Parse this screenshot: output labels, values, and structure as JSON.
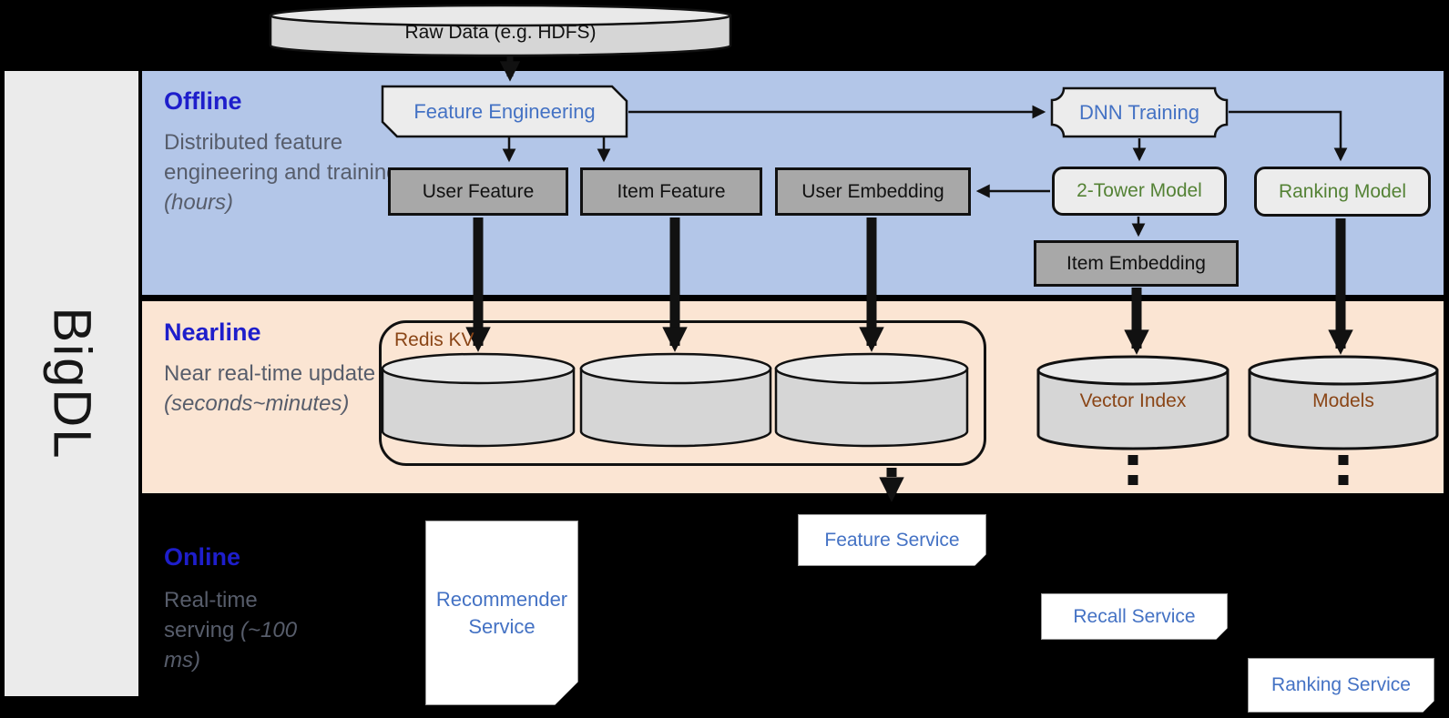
{
  "sidebar": {
    "brand": "BigDL"
  },
  "pipeline": {
    "source_label": "Raw Data (e.g. HDFS)"
  },
  "bands": {
    "offline": {
      "title": "Offline",
      "desc": "Distributed feature engineering and training",
      "desc_italic": "(hours)"
    },
    "nearline": {
      "title": "Nearline",
      "desc": "Near real-time update",
      "desc_italic": "(seconds~minutes)"
    },
    "online": {
      "title": "Online",
      "desc": "Real-time serving",
      "desc_italic": "(~100 ms)"
    }
  },
  "offline": {
    "feature_engineering": "Feature Engineering",
    "dnn_training": "DNN Training",
    "user_feature": "User Feature",
    "item_feature": "Item Feature",
    "user_embedding": "User Embedding",
    "two_tower_model": "2-Tower Model",
    "ranking_model": "Ranking Model",
    "item_embedding": "Item Embedding"
  },
  "nearline": {
    "redis_kv": "Redis KV",
    "vector_index": "Vector Index",
    "models": "Models"
  },
  "online": {
    "recommender_service": "Recommender Service",
    "feature_service": "Feature Service",
    "recall_service": "Recall Service",
    "ranking_service": "Ranking Service"
  },
  "colors": {
    "offline_band": "#b3c6e8",
    "nearline_band": "#fbe5d3",
    "online_band": "#000000",
    "section_title_blue": "#1e1ecb",
    "description_gray": "#575d6b",
    "service_text_blue": "#4472c4",
    "model_text_green": "#548235",
    "storage_text_brown": "#8a4516",
    "process_box_gray": "#a8a8a8",
    "shape_light_gray": "#ececec",
    "sidebar_gray": "#ebebeb"
  }
}
